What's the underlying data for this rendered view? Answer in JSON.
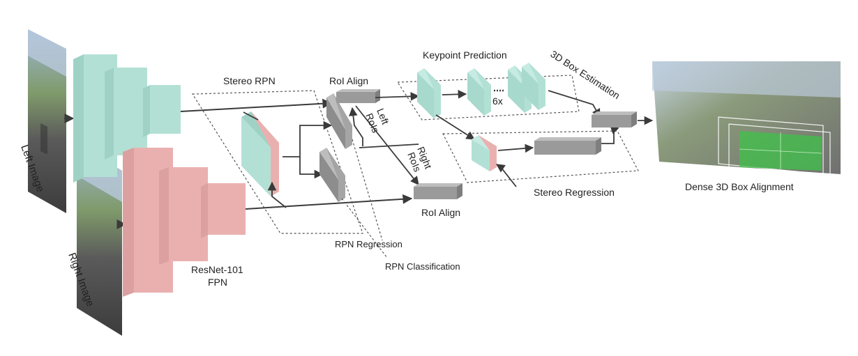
{
  "labels": {
    "left_image": "Left Image",
    "right_image": "Right Image",
    "backbone_line1": "ResNet-101",
    "backbone_line2": "FPN",
    "stereo_rpn": "Stereo RPN",
    "roi_align_top": "RoI Align",
    "roi_align_bottom": "RoI Align",
    "left_rois_line1": "Left",
    "left_rois_line2": "RoIs",
    "right_rois_line1": "Right",
    "right_rois_line2": "RoIs",
    "keypoint_prediction": "Keypoint Prediction",
    "repeat_count": "6x",
    "box_estimation": "3D Box Estimation",
    "stereo_regression": "Stereo Regression",
    "rpn_regression": "RPN Regression",
    "rpn_classification": "RPN Classification",
    "dense_alignment": "Dense 3D Box Alignment"
  },
  "colors": {
    "left_feature": "#b3e0d5",
    "right_feature": "#eab0b0",
    "roi_block": "#9a9a9a",
    "arrow": "#3a3a3a",
    "dashed_region": "#555555"
  }
}
